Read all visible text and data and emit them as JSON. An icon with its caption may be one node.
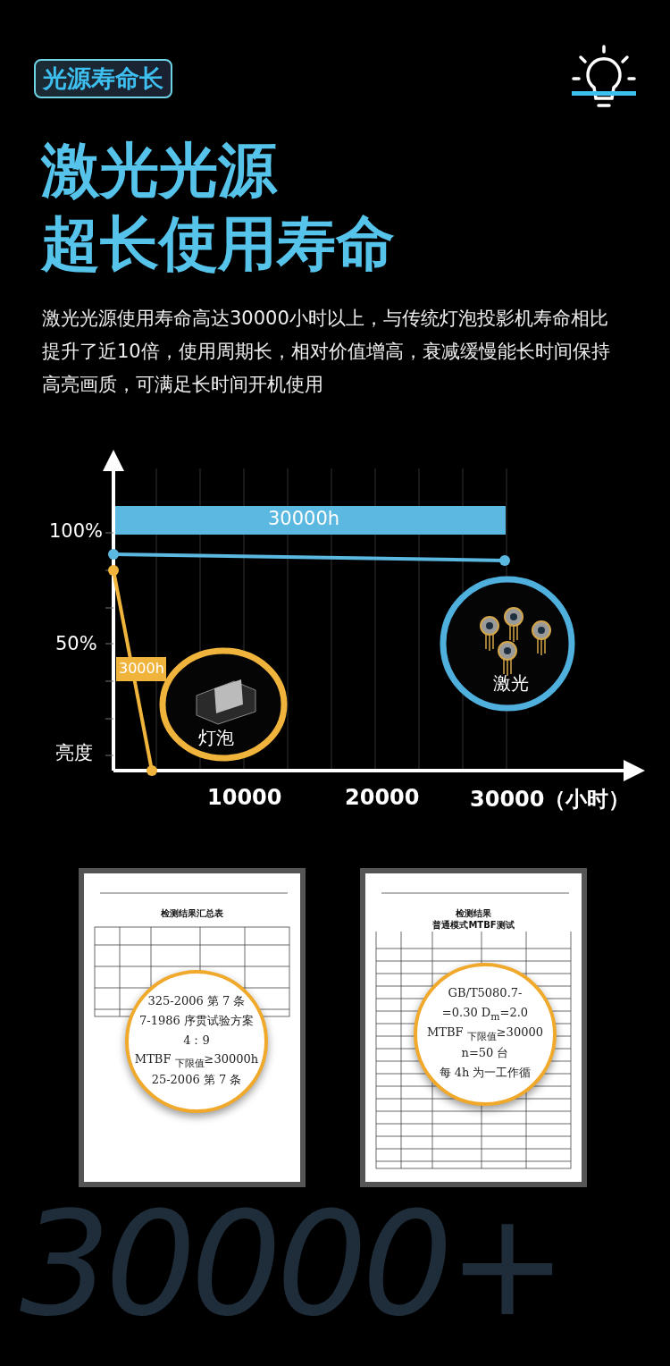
{
  "diagram": {
    "labels": [
      "光源寿命长",
      "激光光源",
      "超长使用寿命",
      "激光光源使用寿命高达30000小时以上，与传统灯泡投影机寿命相比提升了近10倍，使用周期长，相对价值增高，衰减缓慢能长时间保持高亮画质，可满足长时间开机使用",
      "30000h",
      "100%",
      "50%",
      "3000h",
      "灯泡",
      "激光",
      "亮度",
      "10000",
      "20000",
      "30000（小时）",
      "检测结果汇总表",
      "325-2006 第 7 条",
      "7-1986 序贯试验方案",
      "4：9",
      "MTBF $_{下限值}$≥30000h",
      "25-2006 第 7 条",
      "检测结果",
      "普通模式MTBF测试",
      "GB/T5080.7-",
      "=0.30 D$_{m}$=2.0",
      "MTBF $_{下限值}$≥30000",
      "n=50 台",
      "每 4h 为一工作循",
      "30000+"
    ]
  }
}
